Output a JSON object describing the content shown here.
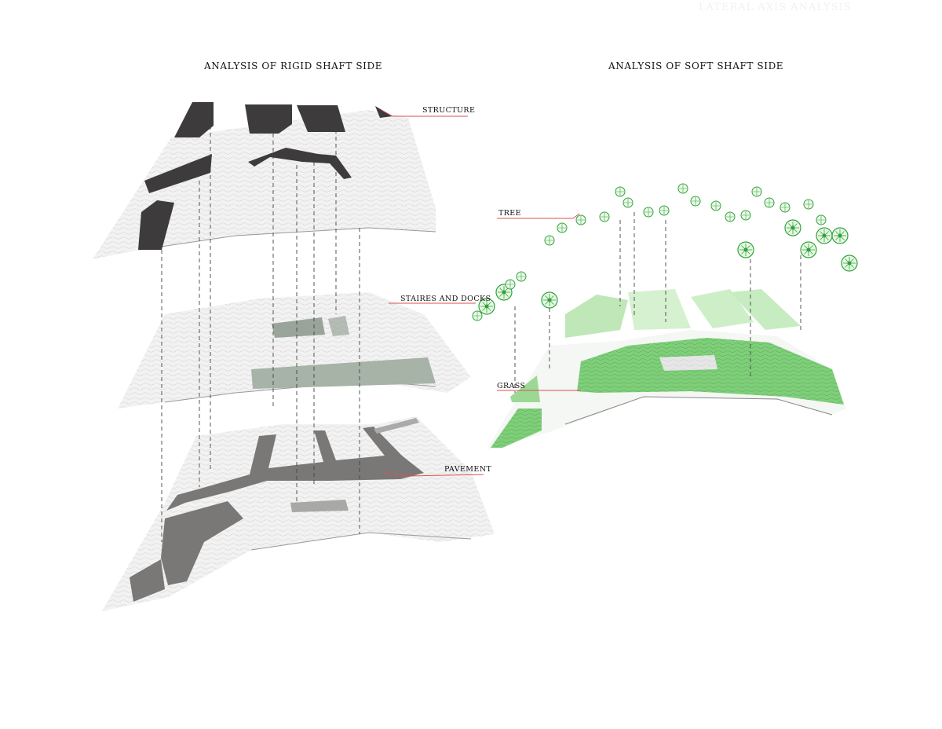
{
  "header": {
    "watermark": "LATERAL AXIS ANALYSIS"
  },
  "left_panel": {
    "title": "ANALYSIS OF RIGID SHAFT SIDE",
    "labels": {
      "structure": "STRUCTURE",
      "stairs": "STAIRES AND DOCKS",
      "pavement": "PAVEMENT"
    }
  },
  "right_panel": {
    "title": "ANALYSIS OF SOFT SHAFT SIDE",
    "labels": {
      "tree": "TREE",
      "grass": "GRASS"
    }
  },
  "colors": {
    "structure": "#3d3b3c",
    "stairs": "#8a988c",
    "pavement": "#7a7876",
    "grass": "#7fcf7a",
    "tree": "#2ea33a",
    "leader": "#d9534f",
    "layer_base": "#ececec"
  }
}
